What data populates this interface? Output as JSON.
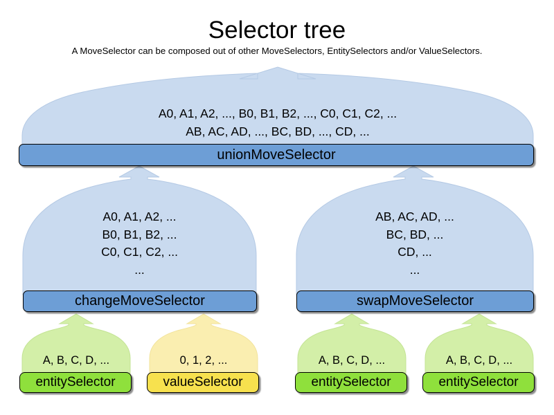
{
  "heading": {
    "title": "Selector tree",
    "subtitle": "A MoveSelector can be composed out of other MoveSelectors, EntitySelectors and/or ValueSelectors."
  },
  "colors": {
    "page_background": "#ffffff",
    "move_selector_bar": "#6d9ed6",
    "move_selector_dome": "#c9daef",
    "entity_selector_bar": "#8fe03c",
    "entity_selector_dome": "#d3efa8",
    "value_selector_bar": "#f7e14e",
    "value_selector_dome": "#faeeb0",
    "outline": "#000000",
    "text": "#000000"
  },
  "tree": {
    "root": {
      "label": "unionMoveSelector",
      "kind": "move-selector",
      "lines": [
        "A0, A1, A2, ..., B0, B1, B2, ..., C0, C1, C2, ...",
        "AB, AC, AD, ..., BC, BD, ..., CD, ..."
      ]
    },
    "branches": [
      {
        "label": "changeMoveSelector",
        "kind": "move-selector",
        "lines": [
          "A0, A1, A2, ...",
          "B0, B1, B2, ...",
          "C0, C1, C2, ...",
          "..."
        ],
        "children": [
          {
            "label": "entitySelector",
            "kind": "entity-selector",
            "lines": [
              "A, B, C, D, ..."
            ]
          },
          {
            "label": "valueSelector",
            "kind": "value-selector",
            "lines": [
              "0, 1, 2, ..."
            ]
          }
        ]
      },
      {
        "label": "swapMoveSelector",
        "kind": "move-selector",
        "lines": [
          "AB, AC, AD, ...",
          "BC, BD, ...",
          "CD, ...",
          "..."
        ],
        "children": [
          {
            "label": "entitySelector",
            "kind": "entity-selector",
            "lines": [
              "A, B, C, D, ..."
            ]
          },
          {
            "label": "entitySelector",
            "kind": "entity-selector",
            "lines": [
              "A, B, C, D, ..."
            ]
          }
        ]
      }
    ]
  }
}
